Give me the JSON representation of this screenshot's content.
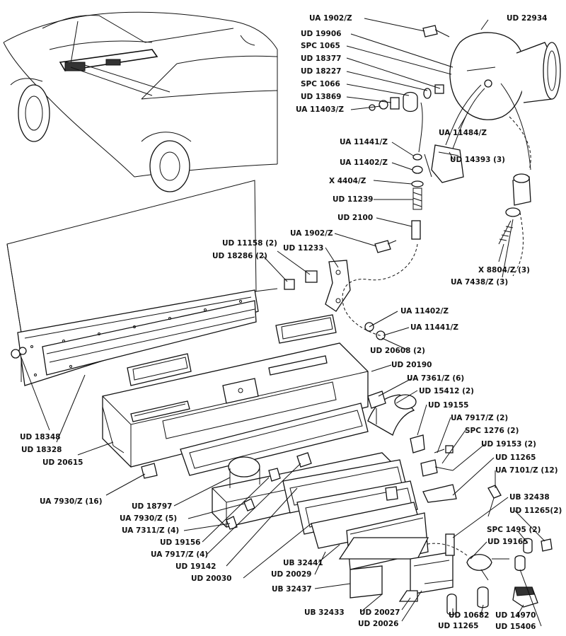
{
  "labels": {
    "ua_1902_z_top": "UA 1902/Z",
    "ud_22934": "UD 22934",
    "ud_19906": "UD 19906",
    "spc_1065": "SPC 1065",
    "ud_18377": "UD 18377",
    "ud_18227": "UD 18227",
    "spc_1066": "SPC 1066",
    "ud_13869": "UD 13869",
    "ua_11403_z": "UA 11403/Z",
    "ua_11484_z": "UA 11484/Z",
    "ua_11441_z_top": "UA 11441/Z",
    "ua_11402_z_top": "UA 11402/Z",
    "ud_14393": "UD 14393 (3)",
    "x_4404_z": "X 4404/Z",
    "ud_11239": "UD 11239",
    "ud_2100": "UD 2100",
    "ua_1902_z_mid": "UA 1902/Z",
    "ud_11158": "UD 11158 (2)",
    "ud_11233": "UD 11233",
    "ud_18286": "UD 18286 (2)",
    "x_8804_z": "X 8804/Z (3)",
    "ua_7438_z": "UA 7438/Z (3)",
    "ua_11402_z_mid": "UA 11402/Z",
    "ua_11441_z_mid": "UA 11441/Z",
    "ud_20608": "UD 20608 (2)",
    "ud_20190": "UD 20190",
    "ua_7361_z": "UA 7361/Z (6)",
    "ud_15412": "UD 15412 (2)",
    "ud_19155": "UD 19155",
    "ua_7917_z_right": "UA 7917/Z (2)",
    "spc_1276": "SPC 1276 (2)",
    "ud_19153": "UD 19153 (2)",
    "ud_11265_top": "UD 11265",
    "ua_7101_z": "UA 7101/Z (12)",
    "ud_18348": "UD 18348",
    "ud_18328": "UD 18328",
    "ud_20615": "UD 20615",
    "ua_7930_z_16": "UA 7930/Z (16)",
    "ud_18797": "UD 18797",
    "ua_7930_z_5": "UA 7930/Z (5)",
    "ua_7311_z": "UA 7311/Z (4)",
    "ud_19156": "UD 19156",
    "ua_7917_z_left": "UA 7917/Z (4)",
    "ud_19142": "UD 19142",
    "ud_20030": "UD 20030",
    "ub_32438": "UB 32438",
    "ud_11265_2": "UD 11265(2)",
    "spc_1495": "SPC 1495 (2)",
    "ud_19165": "UD 19165",
    "ub_32441": "UB 32441",
    "ud_20029": "UD 20029",
    "ub_32437": "UB 32437",
    "ub_32433": "UB 32433",
    "ud_20027": "UD 20027",
    "ud_20026": "UD 20026",
    "ud_10682": "UD 10682",
    "ud_11265_bottom": "UD 11265",
    "ud_14970": "UD 14970",
    "ud_15406": "UD 15406"
  }
}
